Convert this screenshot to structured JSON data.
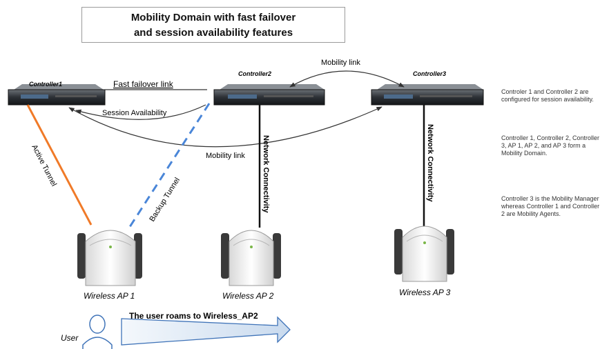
{
  "title": {
    "line1": "Mobility Domain with fast failover",
    "line2": "and session availability features"
  },
  "controllers": [
    {
      "label": "Controller1"
    },
    {
      "label": "Controller2"
    },
    {
      "label": "Controller3"
    }
  ],
  "links": {
    "fast_failover": "Fast failover link",
    "session_availability": "Session Availability",
    "mobility_top": "Mobility link",
    "mobility_bottom": "Mobility link",
    "active_tunnel": "Active Tunnel",
    "backup_tunnel": "Backup Tunnel",
    "network_connectivity_2": "Network Connectivity",
    "network_connectivity_3": "Network Connectivity"
  },
  "access_points": [
    {
      "label": "Wireless AP 1"
    },
    {
      "label": "Wireless AP 2"
    },
    {
      "label": "Wireless AP 3"
    }
  ],
  "user": {
    "label": "User",
    "roam_text": "The user roams to Wireless_AP2"
  },
  "notes": [
    "Controler 1 and Controller 2 are configured for session availability.",
    "Controller 1, Controller 2, Controller 3, AP 1, AP 2, and AP 3 form a Mobility Domain.",
    "Controller 3 is the Mobility Manager whereas Controller 1 and Controller 2 are Mobility Agents."
  ],
  "colors": {
    "active_tunnel": "#f07a28",
    "backup_tunnel": "#4a86d8",
    "roam_arrow_fill": "#dce8f4",
    "roam_arrow_stroke": "#3f73b8"
  }
}
